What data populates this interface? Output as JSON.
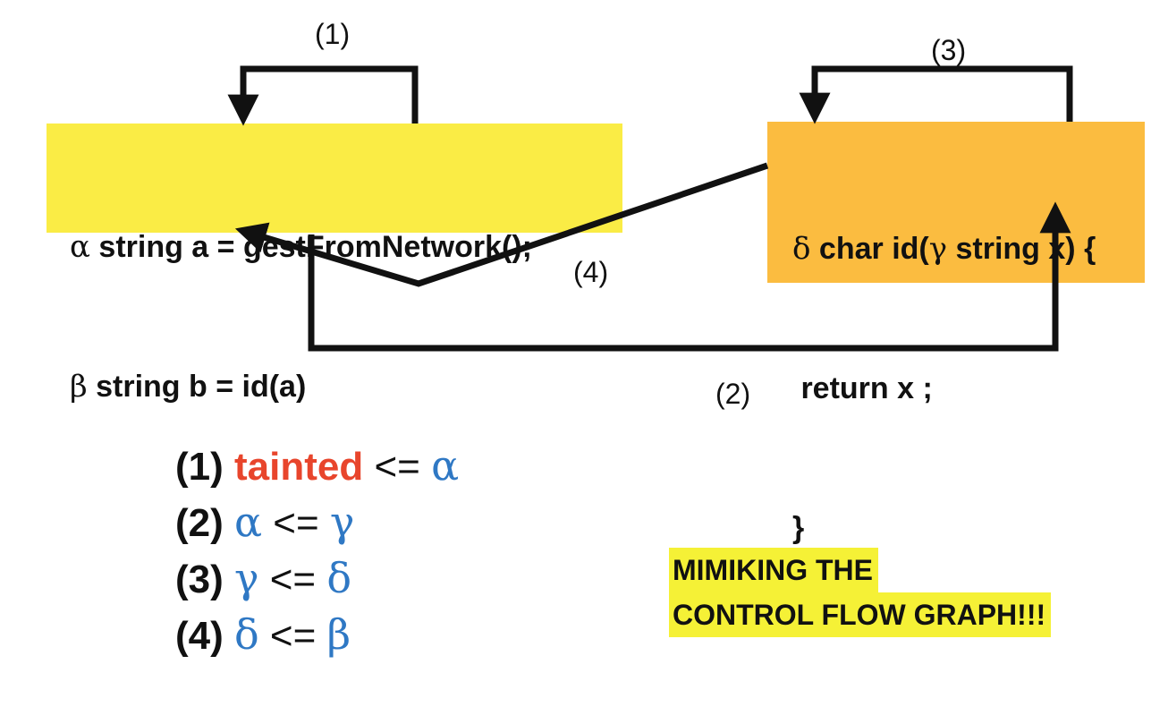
{
  "colors": {
    "yellow_box": "#FAEC45",
    "orange_box": "#FBBC40",
    "tainted": "#E8452C",
    "greek_blue": "#2F78C4",
    "ink": "#111111",
    "note_highlight": "#F5F136"
  },
  "left_box": {
    "line1": {
      "symbol": "α",
      "text": " string a = gestFromNetwork();"
    },
    "line2": {
      "symbol": "β",
      "text": " string b = id(a)"
    }
  },
  "right_box": {
    "line1": {
      "symbol_a": "δ",
      "text_a": " char id(",
      "symbol_b": "γ",
      "text_b": " string x) {"
    },
    "line2": {
      "text": " return x ;"
    },
    "line3": {
      "text": "}"
    }
  },
  "edges": {
    "e1": "(1)",
    "e2": "(2)",
    "e3": "(3)",
    "e4": "(4)"
  },
  "rules": [
    {
      "num": "(1) ",
      "lhs": "tainted",
      "op": " <= ",
      "rhs": "α"
    },
    {
      "num": "(2) ",
      "lhs": "α",
      "op": " <= ",
      "rhs": "γ"
    },
    {
      "num": "(3) ",
      "lhs": "γ",
      "op": " <= ",
      "rhs": "δ"
    },
    {
      "num": "(4) ",
      "lhs": "δ",
      "op": " <= ",
      "rhs": "β"
    }
  ],
  "note": {
    "line1": "MIMIKING THE",
    "line2": "CONTROL FLOW GRAPH!!!"
  }
}
